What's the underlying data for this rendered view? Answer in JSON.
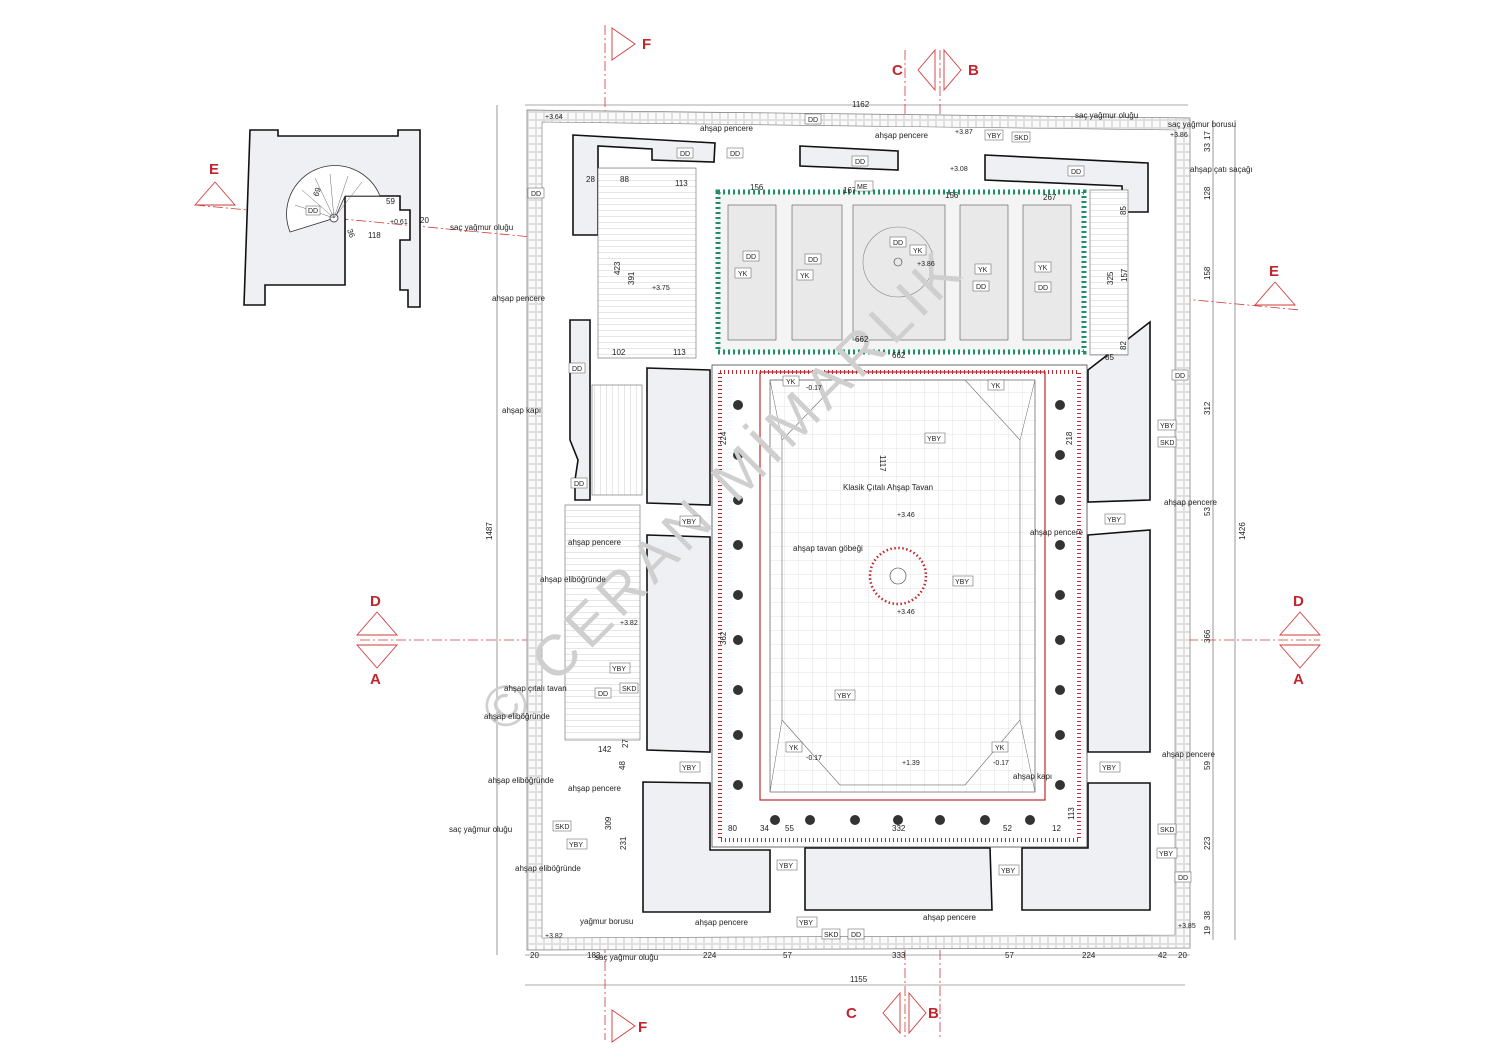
{
  "sections": {
    "f": "F",
    "c": "C",
    "b": "B",
    "e": "E",
    "d": "D",
    "a": "A"
  },
  "dims": {
    "top_total": "1162",
    "bottom_total": "1155",
    "left_total": "1487",
    "right_total": "1426",
    "b1": "20",
    "b2": "183",
    "b3": "224",
    "b4": "57",
    "b5": "333",
    "b6": "57",
    "b7": "224",
    "b8": "42",
    "b9": "20",
    "r1": "33",
    "r2": "17",
    "r3": "128",
    "r4": "158",
    "r5": "312",
    "r6": "53",
    "r7": "366",
    "r8": "59",
    "r9": "223",
    "r10": "19",
    "r11": "38",
    "top156a": "156",
    "top167": "167",
    "top156b": "156",
    "top267": "267",
    "c662a": "662",
    "c662b": "662",
    "c332": "332",
    "c28": "28",
    "c88": "88",
    "c113a": "113",
    "c102": "102",
    "c113b": "113",
    "c423": "423",
    "c391": "391",
    "c85a": "85",
    "c325": "325",
    "c157": "157",
    "c82": "82",
    "c85b": "85",
    "c142": "142",
    "c27": "27",
    "c48": "48",
    "c309": "309",
    "c231": "231",
    "c80": "80",
    "c34": "34",
    "c55": "55",
    "c52": "52",
    "c12": "12",
    "c113c": "113",
    "c1117": "1117",
    "c362": "362",
    "c224": "224",
    "c218": "218",
    "st69": "69",
    "st59": "59",
    "st20": "20",
    "st36": "36",
    "st118": "118",
    "st061": "+0.61"
  },
  "levels": {
    "l364": "+3.64",
    "l387": "+3.87",
    "l386a": "+3.86",
    "l308": "+3.08",
    "l386b": "+3.86",
    "l375": "+3.75",
    "l017a": "-0.17",
    "l346a": "+3.46",
    "l346b": "+3.46",
    "l382": "+3.82",
    "l017b": "-0.17",
    "l139": "+1.39",
    "l017c": "-0.17",
    "l382b": "+3.82",
    "l385": "+3.85"
  },
  "labels": {
    "sac_yagmur_olugu_top": "saç yağmur oluğu",
    "sac_yagmur_borusu_top": "saç yağmur borusu",
    "ahsap_cati_sacagi": "ahşap çatı saçağı",
    "ahsap_pencere_1": "ahşap pencere",
    "ahsap_pencere_2": "ahşap pencere",
    "sac_yagmur_olugu_left": "saç yağmur oluğu",
    "ahsap_pencere_left": "ahşap pencere",
    "ahsap_kapi": "ahşap kapı",
    "ahsap_pencere_3": "ahşap pencere",
    "ahsap_eliboгrunde_1": "ahşap eliböğründe",
    "ahsap_citali_tavan": "ahşap çıtalı tavan",
    "ahsap_elibogrunde_2": "ahşap eliböğründe",
    "ahsap_elibogrunde_3": "ahşap eliböğründe",
    "ahsap_pencere_4": "ahşap pencere",
    "sac_yagmur_olugu_left2": "saç yağmur oluğu",
    "ahsap_elibogrunde_4": "ahşap eliböğründe",
    "yagmur_borusu": "yağmur borusu",
    "ahsap_pencere_5": "ahşap pencere",
    "ahsap_pencere_6": "ahşap pencere",
    "sac_yagmur_olugu_bottom": "saç yağmur oluğu",
    "ahsap_pencere_right1": "ahşap pencere",
    "ahsap_pencere_right2": "ahşap pencere",
    "ahsap_pencere_right3": "ahşap pencere",
    "ahsap_kapi_right": "ahşap kapı",
    "ceiling_title": "Klasik Çıtalı Ahşap Tavan",
    "ceiling_center": "ahşap tavan göbeği"
  },
  "tags": {
    "dd": "DD",
    "yk": "YK",
    "yby": "YBY",
    "skd": "SKD",
    "me": "ME"
  },
  "watermark": "© CERAN MİMARLIK",
  "colors": {
    "section_red": "#c0272d",
    "tile_green": "#1f8f6a",
    "border_red": "#c0272d"
  }
}
